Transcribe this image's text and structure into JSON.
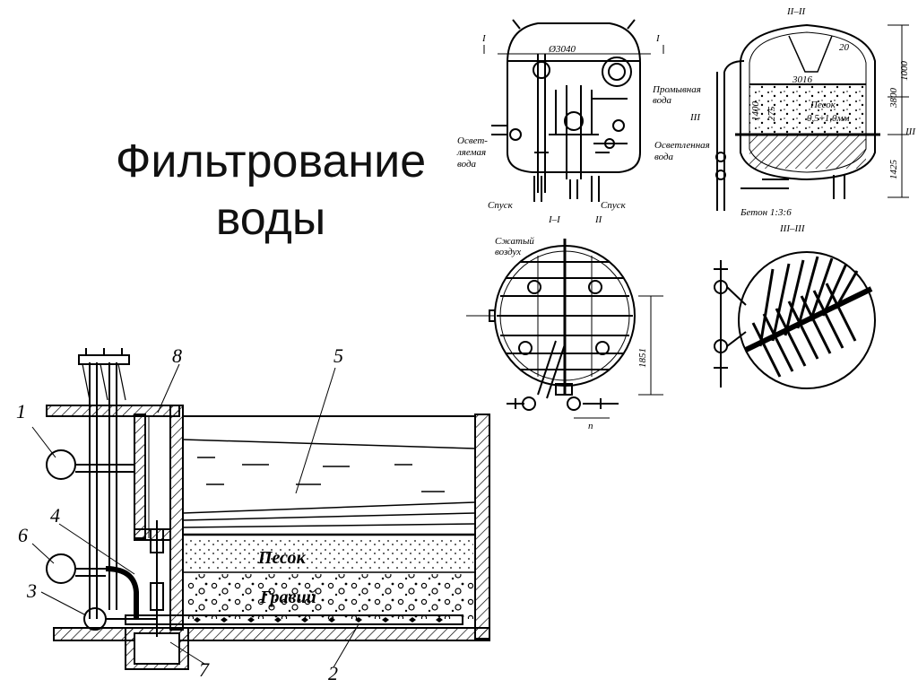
{
  "slide": {
    "title_line1": "Фильтрование",
    "title_line2": "воды"
  },
  "pressure_filter": {
    "section_marks": [
      "I",
      "I",
      "II–II",
      "I–I",
      "II",
      "III",
      "III",
      "III–III"
    ],
    "diameter": "Ø3040",
    "wash_water_1": "Промывная",
    "wash_water_2": "вода",
    "clarified_left_1": "Освет-",
    "clarified_left_2": "ляемая",
    "clarified_left_3": "вода",
    "clarified_right_1": "Осветленная",
    "clarified_right_2": "вода",
    "drain_left": "Спуск",
    "drain_right": "Спуск",
    "compressed_air_1": "Сжатый",
    "compressed_air_2": "воздух",
    "sand": "Песок",
    "sand_size": "0,5÷1,0мм",
    "concrete": "Бетон 1:3:6",
    "dim_20": "20",
    "dim_3016": "3016",
    "dim_1000": "1000",
    "dim_3800": "3800",
    "dim_1400": "1400",
    "dim_275": "275",
    "dim_1425": "1425",
    "dim_1851": "1851",
    "dim_n": "n"
  },
  "open_filter": {
    "labels": [
      "1",
      "2",
      "3",
      "4",
      "5",
      "6",
      "7",
      "8"
    ],
    "sand": "Песок",
    "gravel": "Гравий"
  }
}
